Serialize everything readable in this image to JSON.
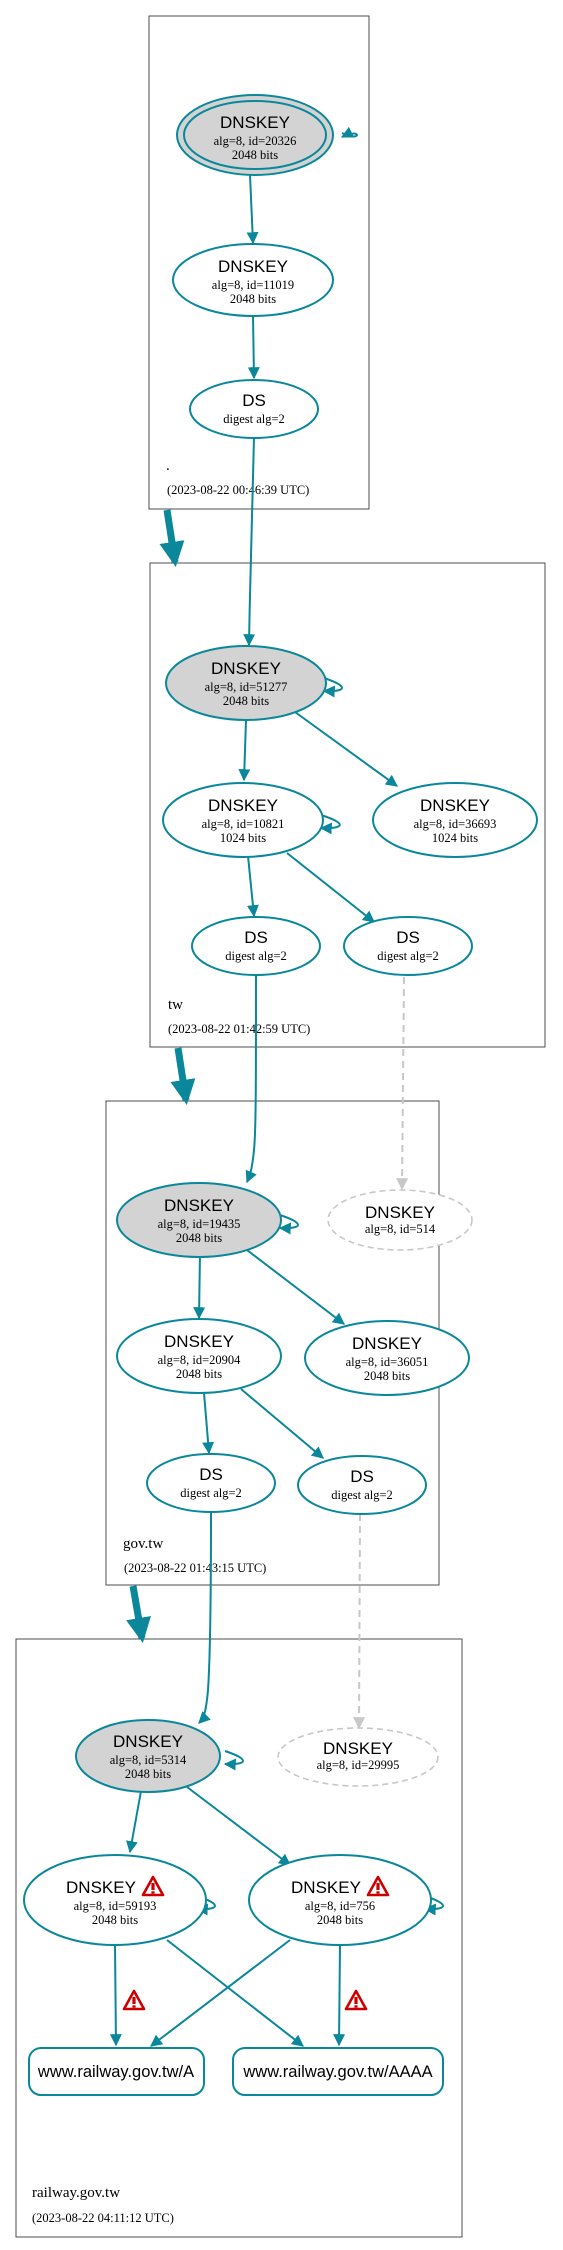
{
  "colors": {
    "edge": "#0a879a",
    "ksk_fill": "#d3d3d3",
    "missing": "#c8c8c8",
    "warning": "#cc0000"
  },
  "zones": {
    "root": {
      "name": ".",
      "time": "(2023-08-22 00:46:39 UTC)"
    },
    "tw": {
      "name": "tw",
      "time": "(2023-08-22 01:42:59 UTC)"
    },
    "govtw": {
      "name": "gov.tw",
      "time": "(2023-08-22 01:43:15 UTC)"
    },
    "railway": {
      "name": "railway.gov.tw",
      "time": "(2023-08-22 04:11:12 UTC)"
    }
  },
  "nodes": {
    "root_ksk": {
      "title": "DNSKEY",
      "line1": "alg=8, id=20326",
      "line2": "2048 bits"
    },
    "root_zsk": {
      "title": "DNSKEY",
      "line1": "alg=8, id=11019",
      "line2": "2048 bits"
    },
    "root_ds": {
      "title": "DS",
      "line1": "digest alg=2"
    },
    "tw_ksk": {
      "title": "DNSKEY",
      "line1": "alg=8, id=51277",
      "line2": "2048 bits"
    },
    "tw_zsk1": {
      "title": "DNSKEY",
      "line1": "alg=8, id=10821",
      "line2": "1024 bits"
    },
    "tw_zsk2": {
      "title": "DNSKEY",
      "line1": "alg=8, id=36693",
      "line2": "1024 bits"
    },
    "tw_ds1": {
      "title": "DS",
      "line1": "digest alg=2"
    },
    "tw_ds2": {
      "title": "DS",
      "line1": "digest alg=2"
    },
    "gov_ksk": {
      "title": "DNSKEY",
      "line1": "alg=8, id=19435",
      "line2": "2048 bits"
    },
    "gov_missing": {
      "title": "DNSKEY",
      "line1": "alg=8, id=514"
    },
    "gov_zsk1": {
      "title": "DNSKEY",
      "line1": "alg=8, id=20904",
      "line2": "2048 bits"
    },
    "gov_zsk2": {
      "title": "DNSKEY",
      "line1": "alg=8, id=36051",
      "line2": "2048 bits"
    },
    "gov_ds1": {
      "title": "DS",
      "line1": "digest alg=2"
    },
    "gov_ds2": {
      "title": "DS",
      "line1": "digest alg=2"
    },
    "rw_ksk": {
      "title": "DNSKEY",
      "line1": "alg=8, id=5314",
      "line2": "2048 bits"
    },
    "rw_missing": {
      "title": "DNSKEY",
      "line1": "alg=8, id=29995"
    },
    "rw_zsk1": {
      "title": "DNSKEY",
      "line1": "alg=8, id=59193",
      "line2": "2048 bits"
    },
    "rw_zsk2": {
      "title": "DNSKEY",
      "line1": "alg=8, id=756",
      "line2": "2048 bits"
    }
  },
  "records": {
    "a": "www.railway.gov.tw/A",
    "aaaa": "www.railway.gov.tw/AAAA"
  },
  "icons": {
    "warning": "warning-triangle-icon"
  }
}
